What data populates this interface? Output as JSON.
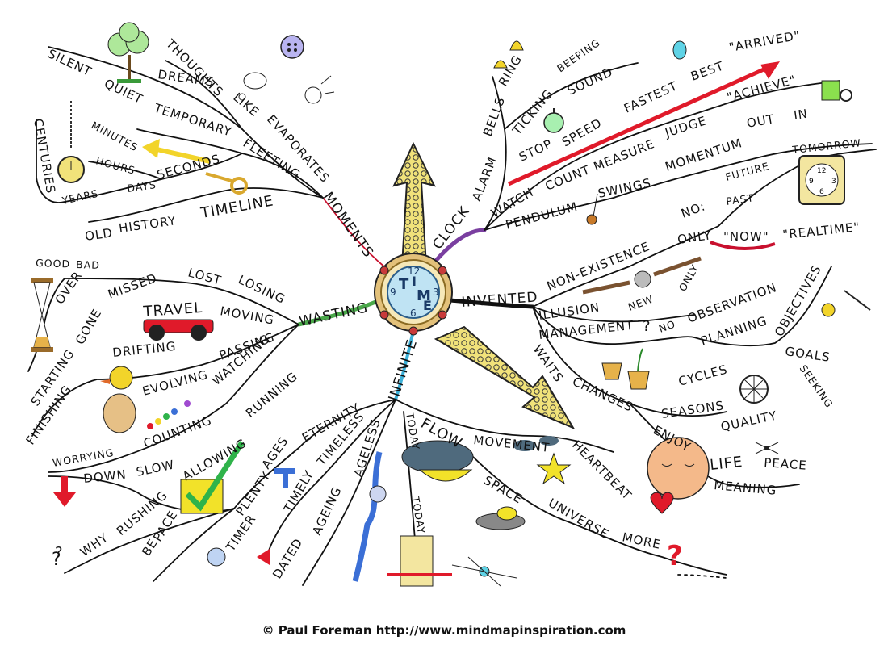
{
  "center": {
    "title_letters": [
      "T",
      "I",
      "M",
      "E"
    ],
    "dial_numbers": [
      "12",
      "3",
      "6",
      "9"
    ]
  },
  "credit": "© Paul Foreman http://www.mindmapinspiration.com",
  "branches": {
    "moments": {
      "hub": "MOMENTS",
      "words": [
        "SILENT",
        "QUIET",
        "TEMPORARY",
        "FLEETING",
        "THOUGHTS",
        "DREAMS",
        "LIKE",
        "EVAPORATES",
        "MINUTES",
        "HOURS",
        "SECONDS",
        "DAYS",
        "YEARS",
        "CENTURIES",
        "OLD",
        "HISTORY",
        "TIMELINE"
      ]
    },
    "clock": {
      "hub": "CLOCK",
      "words": [
        "ALARM",
        "BELLS",
        "RING",
        "TICKING",
        "BEEPING",
        "SOUND",
        "STOP",
        "SPEED",
        "FASTEST",
        "BEST",
        "\"ARRIVED\"",
        "WATCH",
        "COUNT",
        "MEASURE",
        "JUDGE",
        "\"ACHIEVE\"",
        "PENDULUM",
        "SWINGS",
        "MOMENTUM",
        "OUT",
        "IN"
      ]
    },
    "invented": {
      "hub": "INVENTED",
      "words": [
        "NON-EXISTENCE",
        "NO:",
        "ONLY",
        "FUTURE",
        "TOMORROW",
        "PAST",
        "\"NOW\"",
        "\"REALTIME\"",
        "ILLUSION",
        "NEW",
        "MANAGEMENT",
        "?",
        "NO",
        "ONLY",
        "OBSERVATION",
        "PLANNING",
        "OBJECTIVES",
        "GOALS",
        "SEEKING",
        "WAITS",
        "CHANGES",
        "CYCLES",
        "SEASONS",
        "ENJOY",
        "QUALITY",
        "LIFE",
        "PEACE",
        "MEANING"
      ]
    },
    "wasting": {
      "hub": "WASTING",
      "words": [
        "GOOD",
        "BAD",
        "OVER",
        "GONE",
        "MISSED",
        "LOST",
        "LOSING",
        "TRAVEL",
        "MOVING",
        "DRIFTING",
        "PASSING",
        "STARTING",
        "FINISHING",
        "EVOLVING",
        "WATCHING",
        "COUNTING",
        "RUNNING",
        "WORRYING"
      ]
    },
    "infinite": {
      "hub": "INFINITE",
      "words": [
        "ETERNITY",
        "AGES",
        "PLENTY",
        "TIMELESS",
        "TIMELY",
        "TIMER",
        "AGELESS",
        "AGEING",
        "DATED",
        "ALLOWING",
        "SLOW",
        "DOWN",
        "RUSHING",
        "WHY",
        "?",
        "PACE",
        "BE"
      ]
    },
    "flow": {
      "hub": "FLOW",
      "words": [
        "MOVEMENT",
        "HEARTBEAT",
        "SPACE",
        "UNIVERSE",
        "MORE",
        "?",
        "TODAY",
        "TODAY"
      ]
    }
  },
  "colors": {
    "ink": "#111111",
    "accent_red": "#e01a2a",
    "accent_yellow": "#f2e229",
    "accent_blue": "#3b6fd6",
    "accent_green": "#2fb34a",
    "gold": "#d9a82e"
  }
}
